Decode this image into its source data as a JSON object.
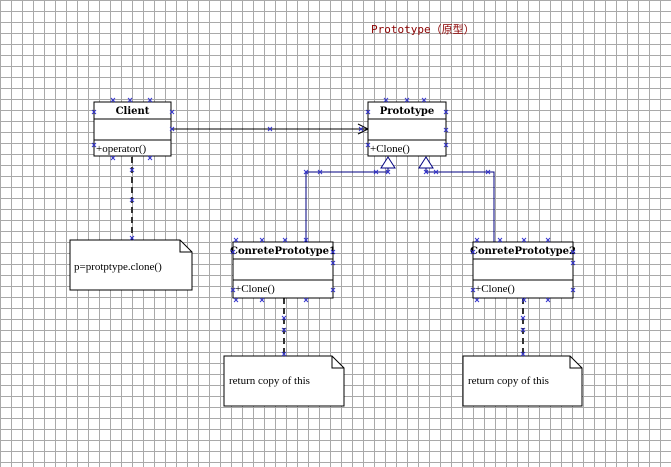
{
  "diagram": {
    "title": "Prototype（原型）",
    "classes": {
      "client": {
        "name": "Client",
        "operation": "+operator()"
      },
      "prototype": {
        "name": "Prototype",
        "operation": "+Clone()"
      },
      "concrete1": {
        "name": "ConretePrototype1",
        "operation": "+Clone()"
      },
      "concrete2": {
        "name": "ConretePrototype2",
        "operation": "+Clone()"
      }
    },
    "notes": {
      "client": "p=protptype.clone()",
      "concrete1": "return copy of this",
      "concrete2": "return copy of this"
    }
  },
  "colors": {
    "title": "#8b0000",
    "grid": "#a9a9a9",
    "class_border": "#000000",
    "handle": "#3333cc",
    "arrow": "#000080"
  }
}
